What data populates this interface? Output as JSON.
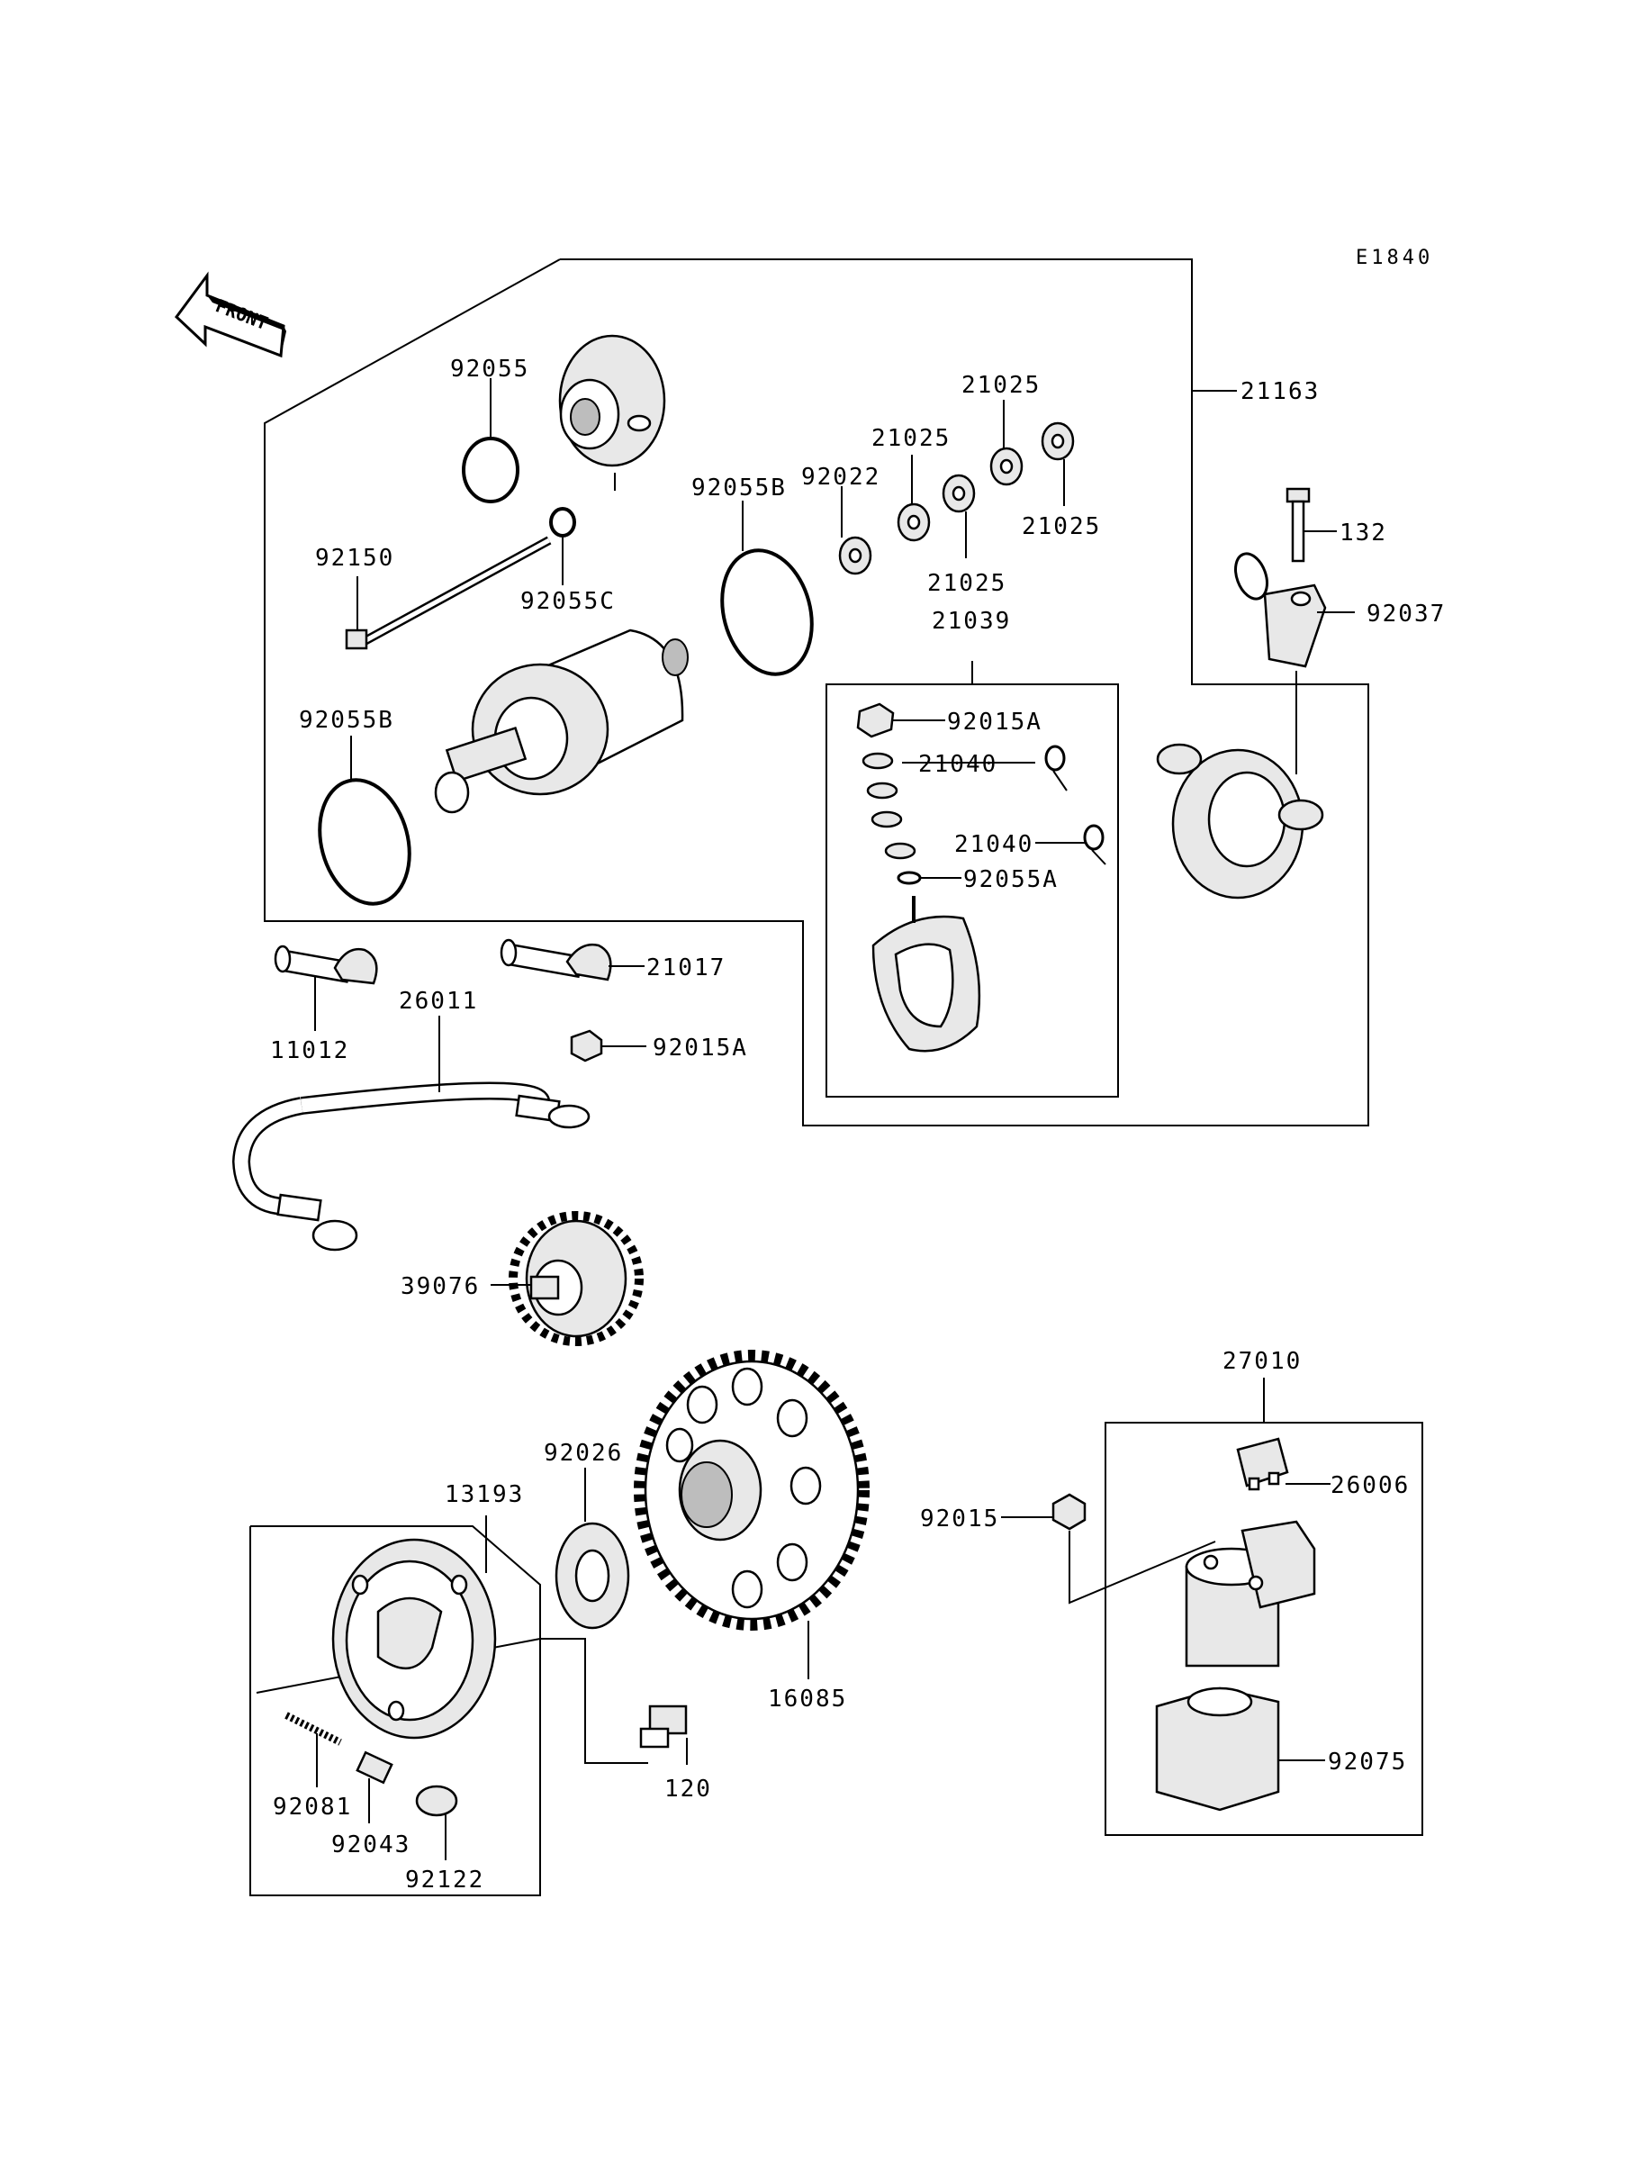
{
  "diagram": {
    "code": "E1840",
    "front_label": "FRONT",
    "labels": {
      "p92055": "92055",
      "p92150": "92150",
      "p92055C": "92055C",
      "p92055B_top": "92055B",
      "p92055B_left": "92055B",
      "p92022": "92022",
      "p21025_a": "21025",
      "p21025_b": "21025",
      "p21025_c": "21025",
      "p21025_d": "21025",
      "p21039": "21039",
      "p21163": "21163",
      "p132": "132",
      "p92037": "92037",
      "p92015A_top": "92015A",
      "p21040_a": "21040",
      "p21040_b": "21040",
      "p92055A": "92055A",
      "p21017": "21017",
      "p26011": "26011",
      "p11012": "11012",
      "p92015A_mid": "92015A",
      "p39076": "39076",
      "p92026": "92026",
      "p13193": "13193",
      "p16085": "16085",
      "p120": "120",
      "p92081": "92081",
      "p92043": "92043",
      "p92122": "92122",
      "p27010": "27010",
      "p26006": "26006",
      "p92015": "92015",
      "p92075": "92075"
    }
  }
}
